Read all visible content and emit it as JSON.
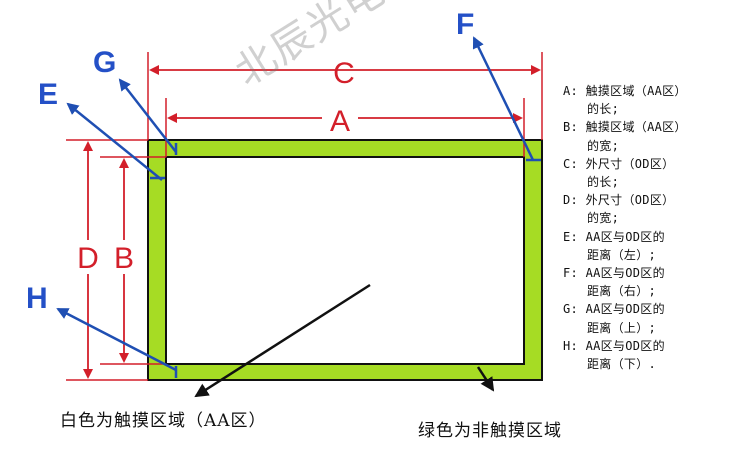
{
  "diagram": {
    "labels": {
      "A": "A",
      "B": "B",
      "C": "C",
      "D": "D",
      "E": "E",
      "F": "F",
      "G": "G",
      "H": "H"
    },
    "watermark": "北辰光电",
    "captions": {
      "white_area": "白色为触摸区域（AA区）",
      "green_area": "绿色为非触摸区域"
    },
    "legend": [
      {
        "line1": "A: 触摸区域（AA区）",
        "line2": "的长;"
      },
      {
        "line1": "B: 触摸区域（AA区）",
        "line2": "的宽;"
      },
      {
        "line1": "C: 外尺寸（OD区）",
        "line2": "的长;"
      },
      {
        "line1": "D: 外尺寸（OD区）",
        "line2": "的宽;"
      },
      {
        "line1": "E: AA区与OD区的",
        "line2": "距离（左）;"
      },
      {
        "line1": "F: AA区与OD区的",
        "line2": "距离（右）;"
      },
      {
        "line1": "G: AA区与OD区的",
        "line2": "距离（上）;"
      },
      {
        "line1": "H: AA区与OD区的",
        "line2": "距离（下）."
      }
    ],
    "colors": {
      "green_border": "#a6dc24",
      "dimension_red": "#d31f2a",
      "pointer_blue": "#1f4fb3",
      "label_blue": "#2450c7",
      "outline": "#111111"
    }
  }
}
